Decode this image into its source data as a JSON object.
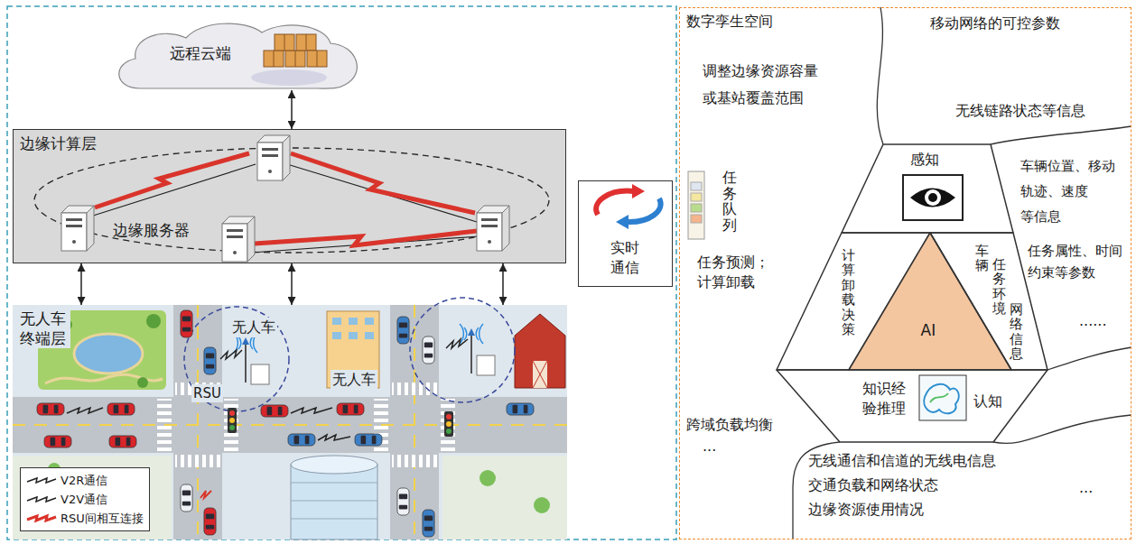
{
  "diagram": {
    "nodes": [
      {
        "text": [
          "远程云端"
        ]
      },
      {
        "text": [
          "边缘计算层",
          "边缘服务器"
        ]
      },
      {
        "text": [
          "无人车 终端层"
        ]
      },
      {
        "text": [
          "实时 通信"
        ]
      },
      {
        "text": [
          "数字孪生空间"
        ]
      },
      {
        "text": [
          "感知"
        ],
        "in": 4
      },
      {
        "text": [
          "计算卸载决策"
        ],
        "in": 4
      },
      {
        "text": [
          "AI"
        ],
        "in": 4
      },
      {
        "text": [
          "车辆",
          "任务环境",
          "网络信息"
        ],
        "in": 4
      },
      {
        "text": [
          "知识经 验推理",
          "认知"
        ],
        "in": 4
      }
    ],
    "edges": [
      {
        "from": 0,
        "to": 1,
        "arrow": "both"
      },
      {
        "from": 1,
        "to": 2,
        "arrow": "both"
      },
      {
        "from": 1,
        "to": 2,
        "arrow": "both"
      },
      {
        "from": 1,
        "to": 2,
        "arrow": "both"
      }
    ],
    "labels": [
      "无人车",
      "RSU",
      "无人车",
      "移动网络的可控参数",
      "调整边缘资源容量 或基站覆盖范围",
      "无线链路状态等信息",
      "任务队列",
      "任务预测； 计算卸载",
      "车辆位置、移动 轨迹、速度 等信息",
      "任务属性、时间 约束等参数",
      "......",
      "跨域负载均衡",
      "...",
      "无线通信和信道的无线电信息",
      "交通负载和网络状态",
      "边缘资源使用情况",
      "..."
    ],
    "legend": [
      {
        "text": "V2R通信"
      },
      {
        "text": "V2V通信"
      },
      {
        "text": "RSU间相互连接"
      }
    ]
  }
}
